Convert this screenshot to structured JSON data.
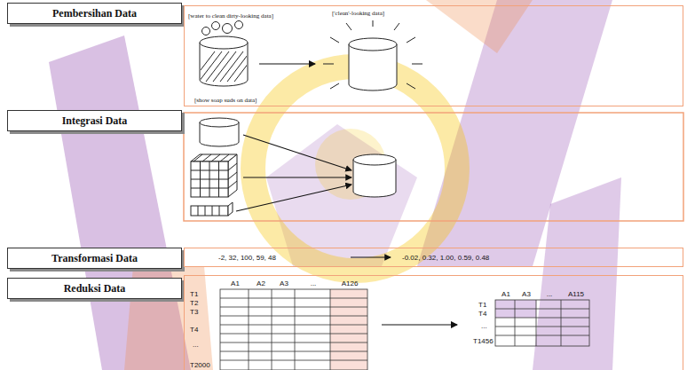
{
  "diagram": {
    "nodes": [
      {
        "text": [
          "Pembersihan Data"
        ]
      },
      {
        "text": [
          "[water to clean dirty-looking data]",
          "['clean'-looking data]",
          "[show soap suds on data]"
        ]
      },
      {
        "text": [
          "Integrasi Data"
        ]
      },
      {
        "text": [
          "Transformasi Data"
        ]
      },
      {
        "text": [
          "-2, 32, 100, 59, 48",
          "-0.02, 0.32, 1.00, 0.59, 0.48"
        ]
      },
      {
        "text": [
          "Reduksi Data"
        ]
      },
      {
        "text": [
          "A1",
          "A2",
          "A3",
          "...",
          "A126",
          "T1",
          "T2",
          "T3",
          "T4",
          "...",
          "T2000",
          "A1",
          "A3",
          "...",
          "A115",
          "T1",
          "T4",
          "...",
          "T1456"
        ]
      }
    ]
  }
}
